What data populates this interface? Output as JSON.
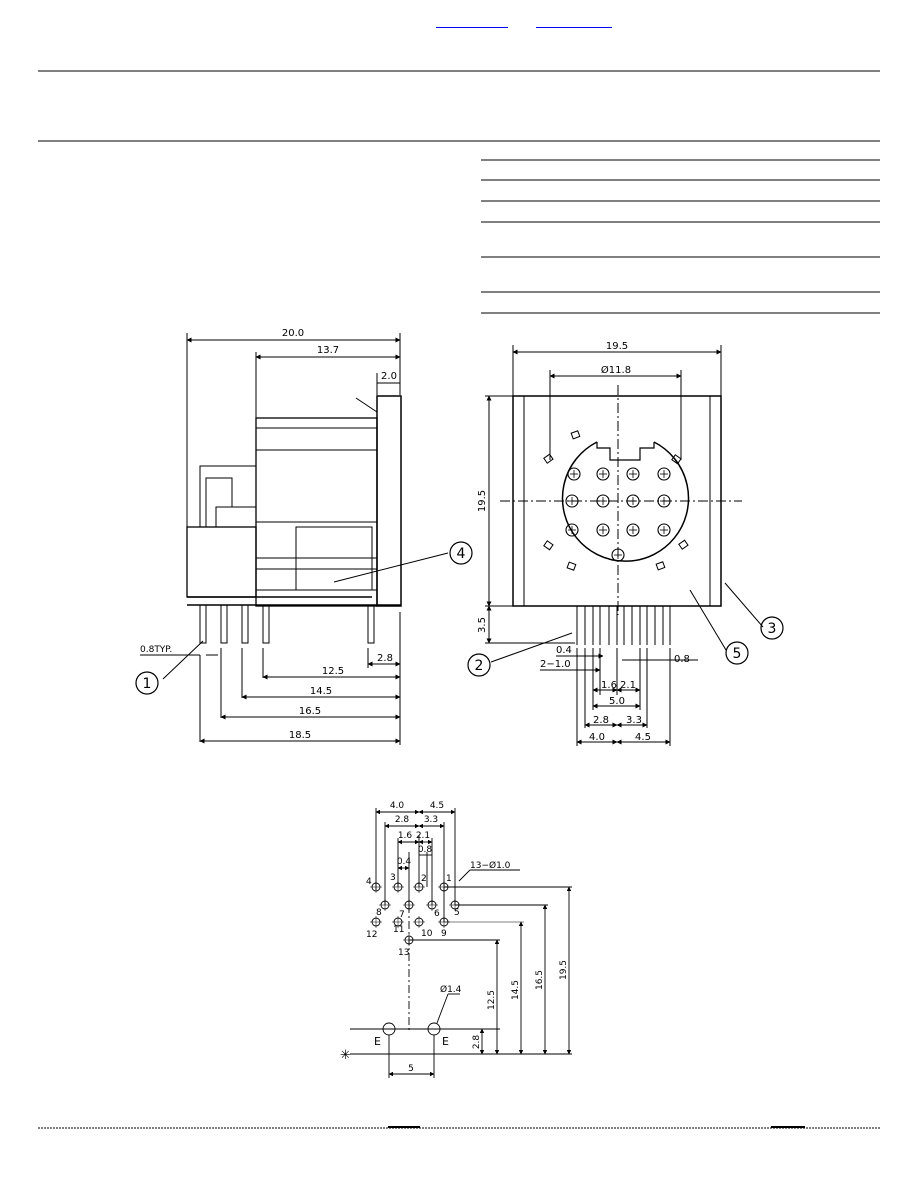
{
  "header": {
    "link_color": "#0000ee"
  },
  "callouts": [
    "1",
    "2",
    "3",
    "4",
    "5"
  ],
  "side_view": {
    "overall": "20.0",
    "body_depth": "13.7",
    "flange": "2.0",
    "pin_width": "0.8TYP.",
    "d_12_5": "12.5",
    "d_2_8": "2.8",
    "d_14_5": "14.5",
    "d_16_5": "16.5",
    "d_18_5": "18.5"
  },
  "front_view": {
    "width": "19.5",
    "diameter": "Ø11.8",
    "height": "19.5",
    "standoff": "3.5",
    "d_0_4": "0.4",
    "d_2_1_0": "2−1.0",
    "d_0_8": "0.8",
    "d_1_6": "1.6",
    "d_2_1": "2.1",
    "d_5_0": "5.0",
    "d_2_8": "2.8",
    "d_3_3": "3.3",
    "d_4_0": "4.0",
    "d_4_5": "4.5"
  },
  "pcb_layout": {
    "top_4_0": "4.0",
    "top_4_5": "4.5",
    "r2_2_8": "2.8",
    "r2_3_3": "3.3",
    "r3_1_6": "1.6",
    "r3_2_1": "2.1",
    "r4_0_8": "0.8",
    "r4_0_4": "0.4",
    "holes": "13−Ø1.0",
    "ground_hole": "Ø1.4",
    "pin_numbers": [
      "4",
      "3",
      "2",
      "1",
      "8",
      "7",
      "6",
      "5",
      "12",
      "11",
      "10",
      "9",
      "13"
    ],
    "ground_labels": [
      "E",
      "E"
    ],
    "v_12_5": "12.5",
    "v_14_5": "14.5",
    "v_16_5": "16.5",
    "v_19_5": "19.5",
    "v_2_8": "2.8",
    "h_5": "5",
    "edge_mark": "✳"
  }
}
